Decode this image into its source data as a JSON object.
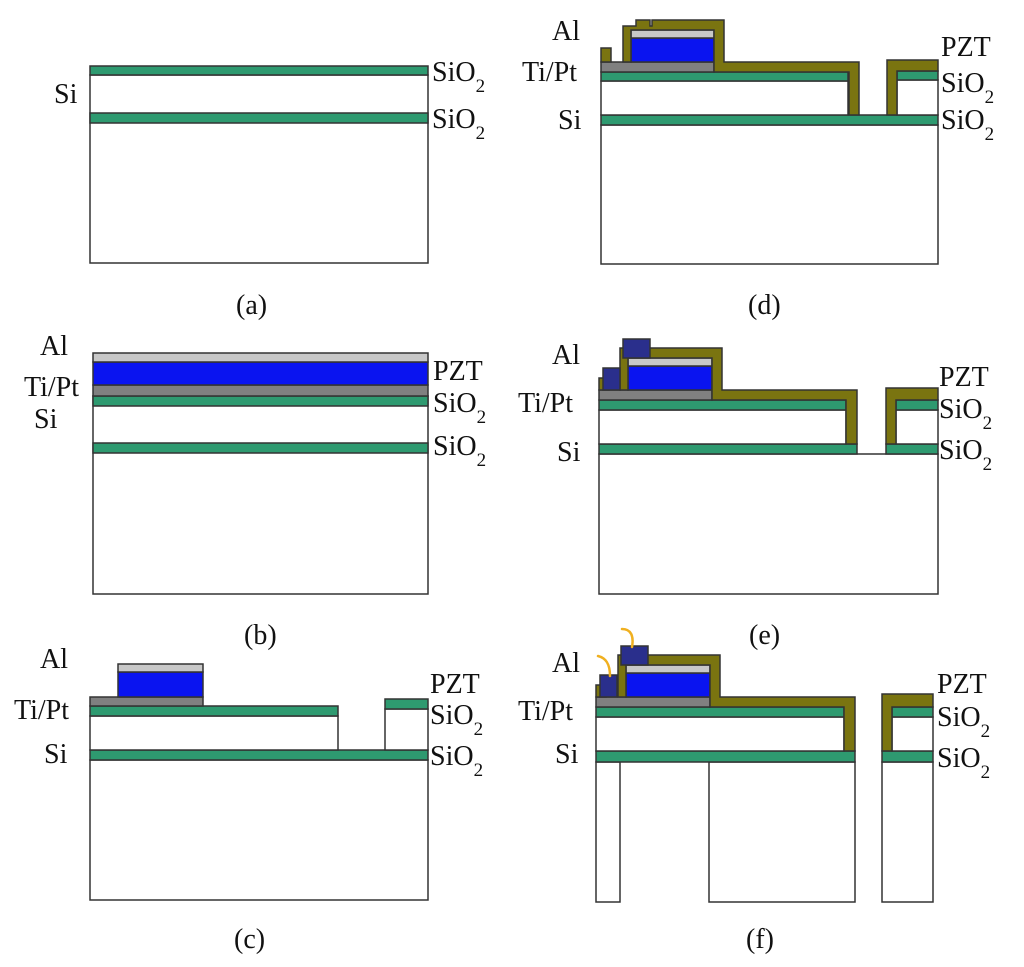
{
  "colors": {
    "sio2": "#2e9a70",
    "pzt": "#0a14f0",
    "al": "#c8c8c8",
    "tipt": "#808080",
    "insulation": "#7a7410",
    "pad": "#2a2f8c",
    "wire": "#f0b020",
    "substrate": "#ffffff",
    "outline": "#333333"
  },
  "panels": {
    "a": {
      "caption": "(a)",
      "si": "Si",
      "sio2_top": "SiO",
      "sio2_top_sub": "2",
      "sio2_bot": "SiO",
      "sio2_bot_sub": "2"
    },
    "b": {
      "caption": "(b)",
      "al": "Al",
      "pzt": "PZT",
      "tipt": "Ti/Pt",
      "si": "Si",
      "sio2_top": "SiO",
      "sio2_top_sub": "2",
      "sio2_bot": "SiO",
      "sio2_bot_sub": "2"
    },
    "c": {
      "caption": "(c)",
      "al": "Al",
      "pzt": "PZT",
      "tipt": "Ti/Pt",
      "si": "Si",
      "sio2_top": "SiO",
      "sio2_top_sub": "2",
      "sio2_bot": "SiO",
      "sio2_bot_sub": "2"
    },
    "d": {
      "caption": "(d)",
      "al": "Al",
      "pzt": "PZT",
      "tipt": "Ti/Pt",
      "si": "Si",
      "sio2_top": "SiO",
      "sio2_top_sub": "2",
      "sio2_bot": "SiO",
      "sio2_bot_sub": "2"
    },
    "e": {
      "caption": "(e)",
      "al": "Al",
      "pzt": "PZT",
      "tipt": "Ti/Pt",
      "si": "Si",
      "sio2_top": "SiO",
      "sio2_top_sub": "2",
      "sio2_bot": "SiO",
      "sio2_bot_sub": "2"
    },
    "f": {
      "caption": "(f)",
      "al": "Al",
      "pzt": "PZT",
      "tipt": "Ti/Pt",
      "si": "Si",
      "sio2_top": "SiO",
      "sio2_top_sub": "2",
      "sio2_bot": "SiO",
      "sio2_bot_sub": "2"
    }
  }
}
